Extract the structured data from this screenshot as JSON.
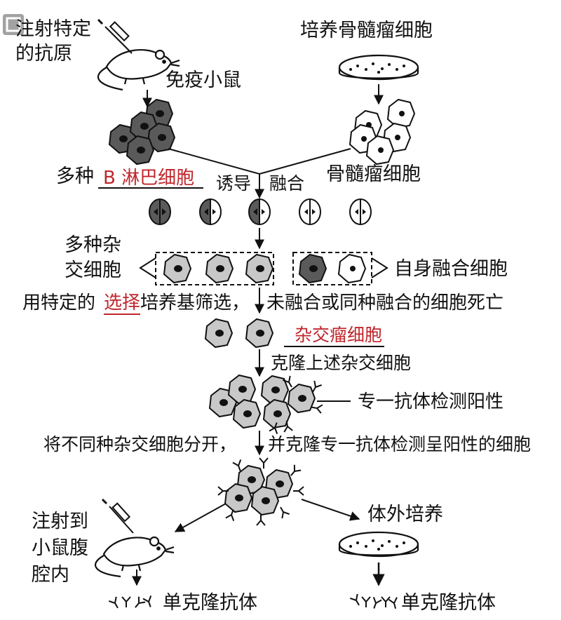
{
  "labels": {
    "inject_antigen_1": "注射特定",
    "inject_antigen_2": "的抗原",
    "immune_mouse": "免疫小鼠",
    "culture_myeloma": "培养骨髓瘤细胞",
    "various_prefix": "多种",
    "b_lymphocyte": "B 淋巴细胞",
    "myeloma_cells": "骨髓瘤细胞",
    "induce": "诱导",
    "fusion": "融合",
    "various_hybrid_1": "多种杂",
    "various_hybrid_2": "交细胞",
    "self_fused": "自身融合细胞",
    "selection_prefix": "用特定的",
    "selection_word": "选择",
    "selection_suffix": "培养基筛选，",
    "unfused_die": "未融合或同种融合的细胞死亡",
    "hybridoma": "杂交瘤细胞",
    "clone_hybrids": "克隆上述杂交细胞",
    "antibody_positive": "专一抗体检测阳性",
    "separate_hybrids": "将不同种杂交细胞分开，",
    "clone_positive": "并克隆专一抗体检测呈阳性的细胞",
    "inject_to_1": "注射到",
    "inject_to_2": "小鼠腹",
    "inject_to_3": "腔内",
    "in_vitro": "体外培养",
    "mab_left": "单克隆抗体",
    "mab_right": "单克隆抗体"
  },
  "colors": {
    "highlight_red": "#c0262c",
    "b_cell_fill": "#5a5a5a",
    "hybrid_fill": "#c8c8c8"
  }
}
